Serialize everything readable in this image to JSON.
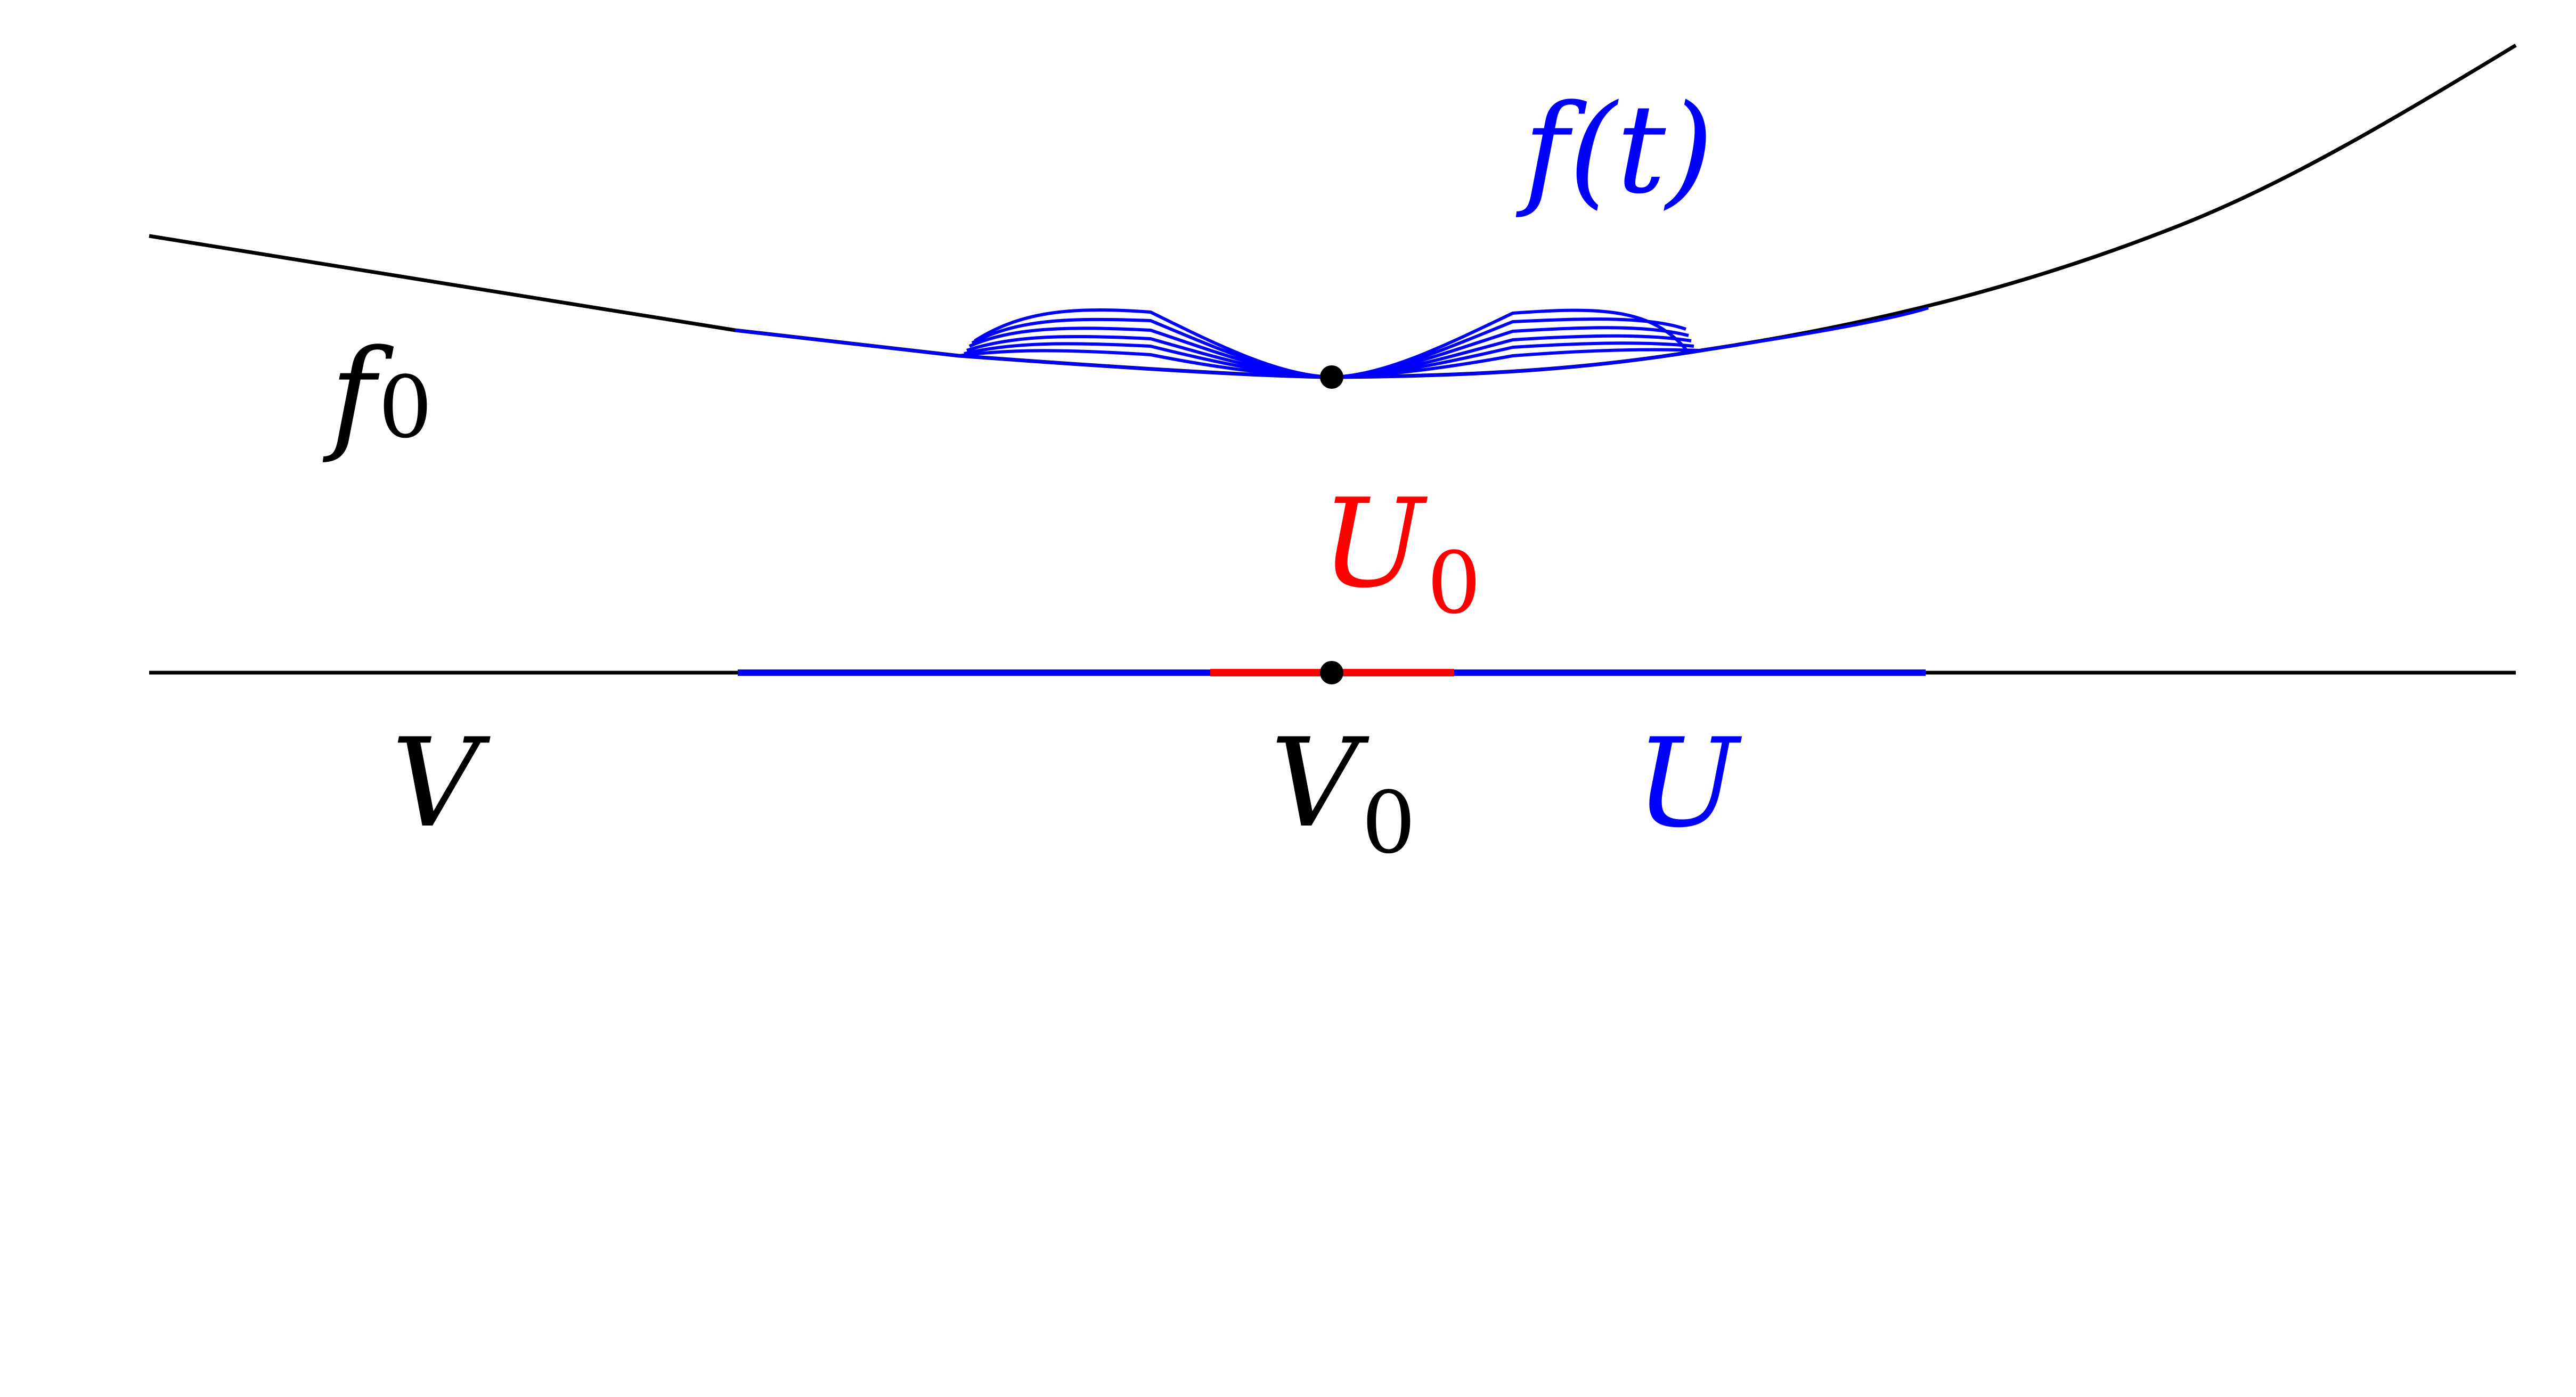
{
  "labels": {
    "f0": {
      "main": "f",
      "sub": "0"
    },
    "ft": "f(t)",
    "U0": {
      "main": "U",
      "sub": "0"
    },
    "V": "V",
    "V0": {
      "main": "V",
      "sub": "0"
    },
    "U": "U"
  },
  "colors": {
    "base": "#000000",
    "perturbation": "#0000ff",
    "inner": "#ff0000",
    "point": "#000000"
  }
}
